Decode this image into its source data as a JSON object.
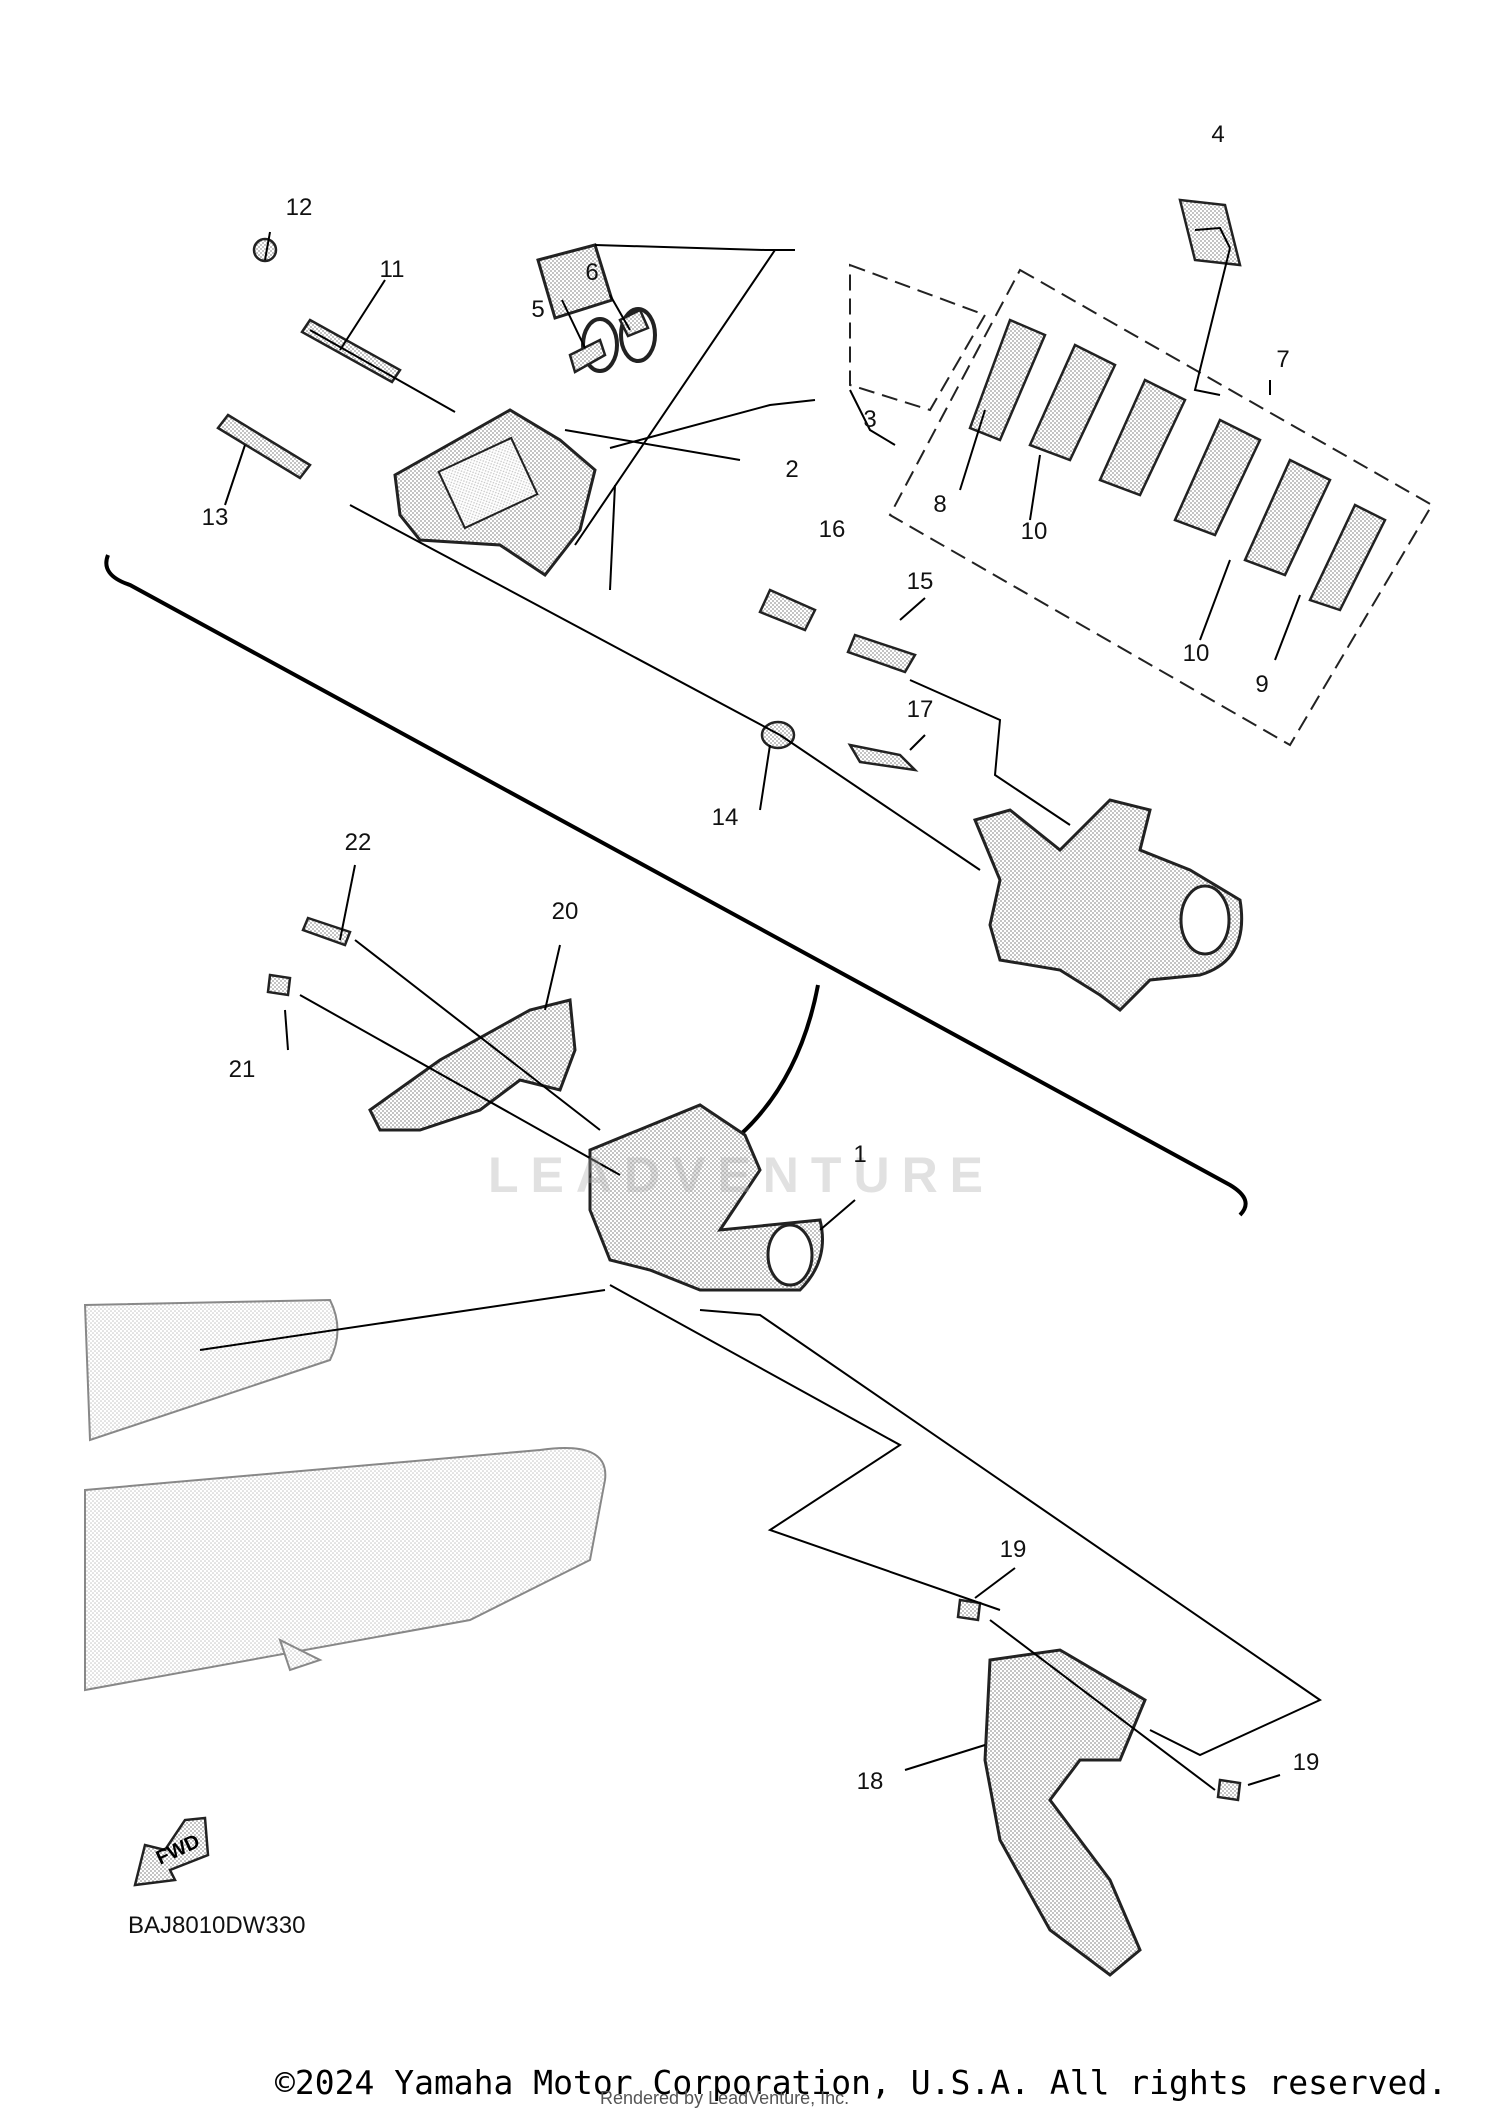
{
  "diagram": {
    "code": "BAJ8010DW330",
    "fwd_label": "FWD",
    "watermark": "LEADVENTURE",
    "copyright": "©2024 Yamaha Motor Corporation, U.S.A. All rights reserved.",
    "rendered_by": "Rendered by LeadVenture, Inc.",
    "callouts": [
      {
        "id": "c1",
        "label": "1"
      },
      {
        "id": "c2",
        "label": "2"
      },
      {
        "id": "c3",
        "label": "3"
      },
      {
        "id": "c4",
        "label": "4"
      },
      {
        "id": "c5",
        "label": "5"
      },
      {
        "id": "c6",
        "label": "6"
      },
      {
        "id": "c7",
        "label": "7"
      },
      {
        "id": "c8",
        "label": "8"
      },
      {
        "id": "c9",
        "label": "9"
      },
      {
        "id": "c10a",
        "label": "10"
      },
      {
        "id": "c10b",
        "label": "10"
      },
      {
        "id": "c11",
        "label": "11"
      },
      {
        "id": "c12",
        "label": "12"
      },
      {
        "id": "c13",
        "label": "13"
      },
      {
        "id": "c14",
        "label": "14"
      },
      {
        "id": "c15",
        "label": "15"
      },
      {
        "id": "c16",
        "label": "16"
      },
      {
        "id": "c17",
        "label": "17"
      },
      {
        "id": "c18",
        "label": "18"
      },
      {
        "id": "c19a",
        "label": "19"
      },
      {
        "id": "c19b",
        "label": "19"
      },
      {
        "id": "c20",
        "label": "20"
      },
      {
        "id": "c21",
        "label": "21"
      },
      {
        "id": "c22",
        "label": "22"
      }
    ]
  }
}
